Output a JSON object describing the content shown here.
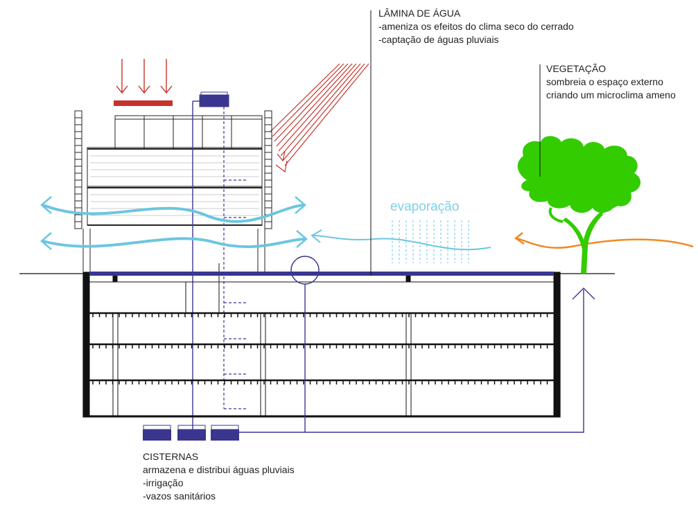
{
  "labels": {
    "lamina": {
      "title": "LÂMINA DE ÁGUA",
      "line1": "-ameniza os efeitos do clima seco do cerrado",
      "line2": "-captação de águas pluviais"
    },
    "vegetacao": {
      "title": "VEGETAÇÃO",
      "line1": "sombreia o espaço externo",
      "line2": "criando um microclima ameno"
    },
    "cisternas": {
      "title": "CISTERNAS",
      "line1": "armazena e distribui águas pluviais",
      "line2": "-irrigação",
      "line3": "-vazos sanitários"
    },
    "evaporacao": "evaporação"
  },
  "colors": {
    "sun": "#c8322a",
    "water": "#3a3690",
    "wind": "#6cc6e0",
    "warm_air": "#f08a24",
    "tree": "#33cc00",
    "structure": "#111111"
  }
}
